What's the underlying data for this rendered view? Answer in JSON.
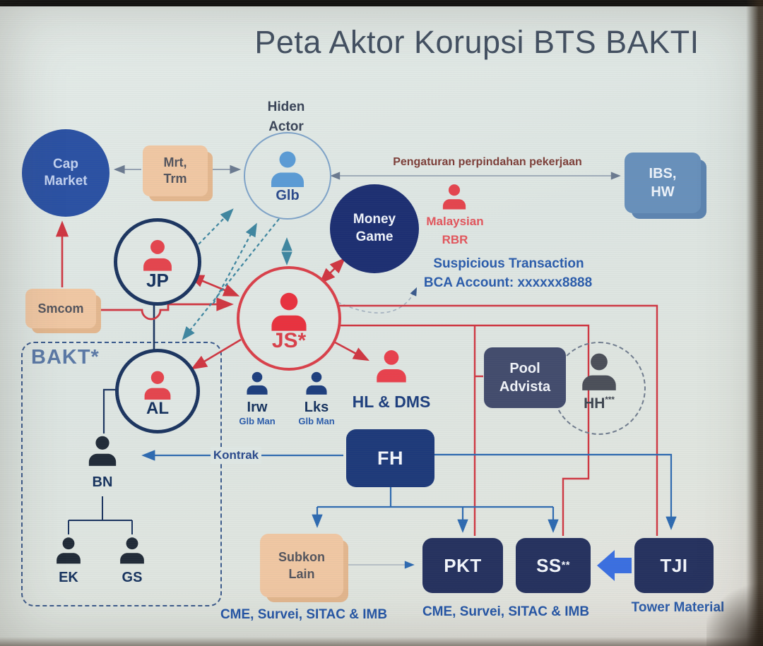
{
  "title": "Peta Aktor Korupsi BTS BAKTI",
  "colors": {
    "accent_red": "#cf3742",
    "navy": "#26325f",
    "peach": "#f0c7a3",
    "steel_blue": "#6890bb",
    "line_blue": "#2e6ab0",
    "teal_dash": "#3f86a0",
    "text_blue": "#2b5cab",
    "maroon_text": "#7d3f39"
  },
  "nodes": {
    "cap_market": {
      "label": "Cap\nMarket"
    },
    "mrt_trm": {
      "label": "Mrt,\nTrm"
    },
    "hidden_actor_caption": "Hiden\nActor",
    "glb": {
      "label": "Glb"
    },
    "ibs_hw": {
      "label": "IBS,\nHW"
    },
    "money_game": {
      "label": "Money\nGame"
    },
    "malaysian_rbr": {
      "line1": "Malaysian",
      "line2": "RBR"
    },
    "jp": {
      "label": "JP"
    },
    "js": {
      "label": "JS*"
    },
    "al": {
      "label": "AL"
    },
    "smcom": {
      "label": "Smcom"
    },
    "irw": {
      "label": "Irw",
      "sub": "Glb Man"
    },
    "lks": {
      "label": "Lks",
      "sub": "Glb Man"
    },
    "hl_dms": {
      "label": "HL & DMS"
    },
    "pool_advista": {
      "label": "Pool\nAdvista"
    },
    "hh": {
      "label": "HH",
      "stars": "***"
    },
    "bn": {
      "label": "BN"
    },
    "ek": {
      "label": "EK"
    },
    "gs": {
      "label": "GS"
    },
    "fh": {
      "label": "FH"
    },
    "subkon_lain": {
      "label": "Subkon\nLain"
    },
    "pkt": {
      "label": "PKT"
    },
    "ss": {
      "label": "SS",
      "stars": "**"
    },
    "tji": {
      "label": "TJI"
    }
  },
  "annotations": {
    "pengaturan": "Pengaturan perpindahan pekerjaan",
    "suspicious_line1": "Suspicious Transaction",
    "suspicious_line2": "BCA Account: xxxxxx8888",
    "kontrak": "Kontrak",
    "bakti_group": "BAKT*",
    "cme_left": "CME, Survei, SITAC & IMB",
    "cme_center": "CME, Survei, SITAC & IMB",
    "tower_material": "Tower Material"
  }
}
